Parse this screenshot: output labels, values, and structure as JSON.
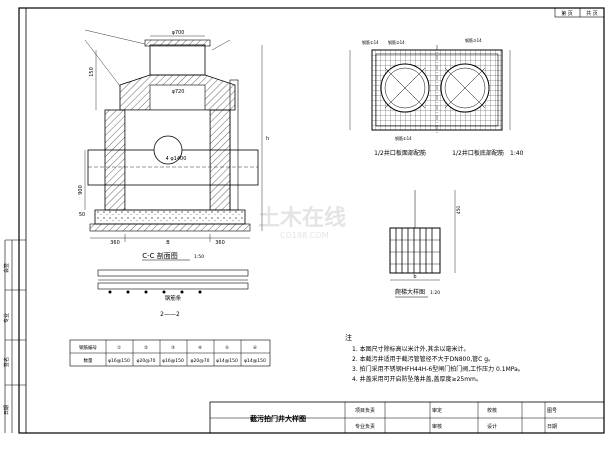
{
  "sheet": {
    "label": "第 页",
    "total_label": "共 页"
  },
  "views": {
    "section_cc": {
      "title": "C-C 剖面图",
      "scale": "1:50",
      "d700": "φ700",
      "d720": "φ720",
      "d1400": "4 φ1400",
      "dim_150": "150",
      "dim_900": "900",
      "dim_50": "50",
      "dim_360a": "360",
      "dim_360b": "360",
      "dim_B": "B",
      "dim_h": "h"
    },
    "plan_top": {
      "title_left": "1/2井口板面部配筋",
      "title_right": "1/2井口板底部配筋",
      "scale": "1:40",
      "bar_labels": [
        "钢筋①14",
        "钢筋②14",
        "钢筋③14",
        "钢筋①14"
      ]
    },
    "detail": {
      "title": "爬梯大样图",
      "scale": "1:20",
      "dim_450": "450",
      "dim_b": "b"
    },
    "rebar_strip": {
      "title": "钢筋条",
      "section_label": "2——2"
    }
  },
  "rebar_table": {
    "header": [
      "钢筋编号",
      "①",
      "②",
      "③",
      "④",
      "⑤",
      "⑥"
    ],
    "row": [
      "数量",
      "φ16@150",
      "φ20@70",
      "φ16@150",
      "φ20@70",
      "φ14@150",
      "φ14@150"
    ]
  },
  "notes": {
    "heading": "注",
    "lines": [
      "1. 本图尺寸除标高以米计外,其余以毫米计。",
      "2. 本截污井适用于截污管管径不大于DN800,管C g。",
      "3. 拍门采用不锈钢HFH44H-6型闸门拍门阀,工作压力 0.1MPa。",
      "4. 井盖采用可开启防坠落井盖,盖厚度≥25mm。"
    ]
  },
  "title_block": {
    "drawing_title": "截污拍门井大样图",
    "cells": [
      "项目负责",
      "专业负责",
      "审定",
      "审核",
      "校核",
      "设计",
      "图号",
      "日期"
    ]
  },
  "watermark": {
    "main": "土木在线",
    "sub": "CO188.COM"
  },
  "left_strip": [
    "会签",
    "专业",
    "签名",
    "日期"
  ]
}
